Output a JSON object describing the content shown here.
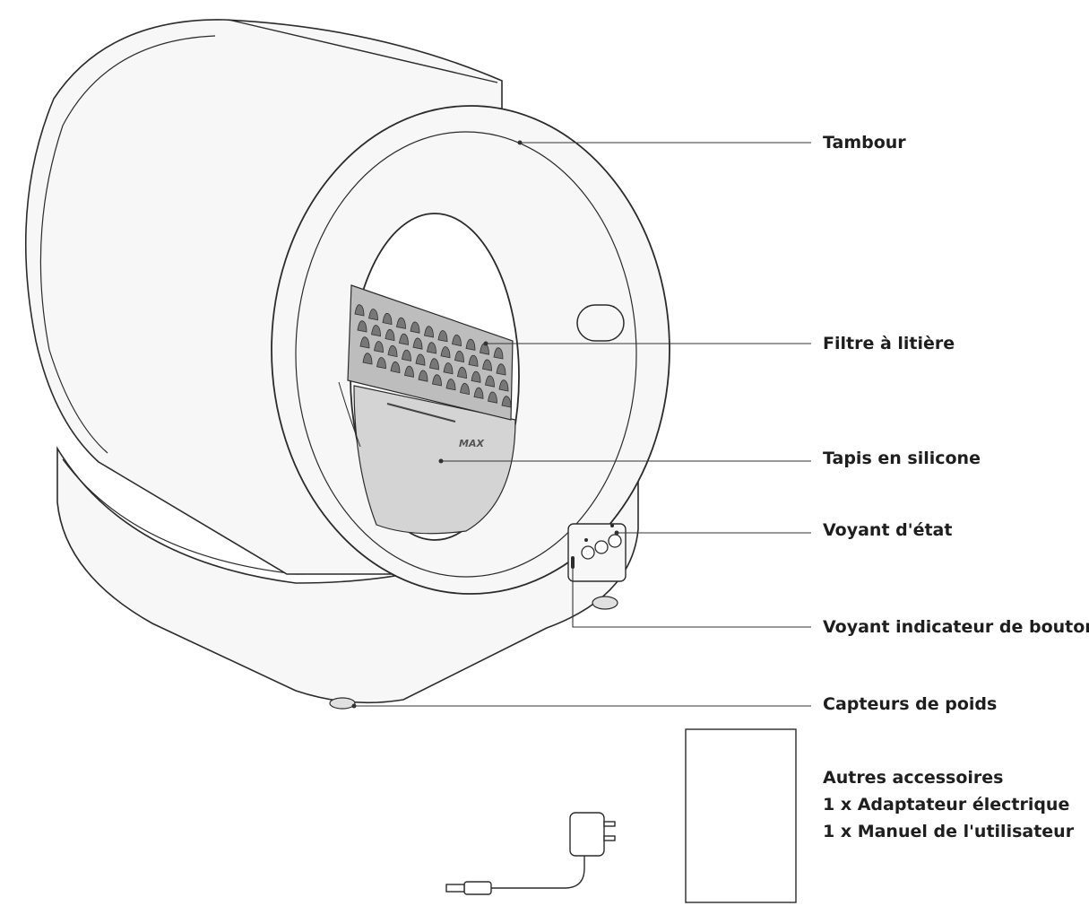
{
  "callouts": {
    "drum": "Tambour",
    "litter_filter": "Filtre à litière",
    "silicone_mat": "Tapis en silicone",
    "status_light": "Voyant d'état",
    "button_indicator": "Voyant indicateur de bouton",
    "weight_sensors": "Capteurs de poids"
  },
  "accessories": {
    "heading": "Autres accessoires",
    "items": [
      "1 x Adaptateur électrique",
      "1 x Manuel de l'utilisateur"
    ]
  },
  "product_markings": {
    "max_fill": "MAX"
  },
  "colors": {
    "outline": "#2b2b2b",
    "body_fill": "#f7f7f7",
    "mat_fill": "#d4d4d4",
    "filter_fill": "#bdbdbd",
    "leader": "#333333"
  }
}
